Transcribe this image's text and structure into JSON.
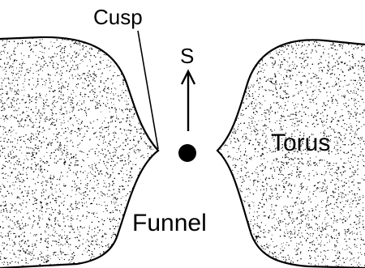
{
  "labels": {
    "cusp": "Cusp",
    "spin": "S",
    "torus": "Torus",
    "funnel": "Funnel"
  },
  "colors": {
    "ink": "#000000",
    "background": "#ffffff"
  }
}
